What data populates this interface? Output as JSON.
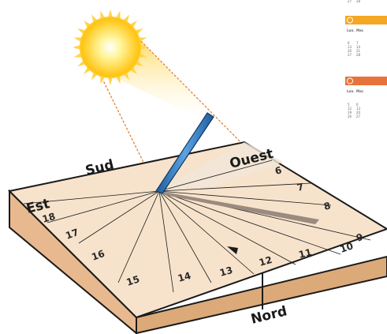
{
  "diagram": {
    "directions": {
      "south": "Sud",
      "west": "Ouest",
      "east": "Est",
      "north": "Nord"
    },
    "hour_marks": [
      "18",
      "17",
      "16",
      "15",
      "14",
      "13",
      "12",
      "11",
      "10",
      "9",
      "8",
      "7",
      "6"
    ],
    "colors": {
      "sun_core": "#fff176",
      "sun_rays": "#ffd54f",
      "light_cone": "#ffe17a",
      "gnomon": "#3b7fc4",
      "dial_top": "#f7e3cc",
      "dial_front": "#e8b98e",
      "dial_side": "#d9a577",
      "shadow": "#9a8b7e",
      "cal_accent_1": "#f5a623",
      "cal_accent_2": "#e8733a"
    }
  },
  "calendar_fragment": {
    "top_row": [
      "27",
      "28"
    ],
    "block_1": {
      "icon": "sun-icon",
      "weekdays": [
        "Lun.",
        "Mar."
      ],
      "rows": [
        [
          "6",
          "7"
        ],
        [
          "13",
          "14"
        ],
        [
          "20",
          "21"
        ],
        [
          "27",
          "28"
        ]
      ]
    },
    "block_2": {
      "icon": "sun-icon",
      "weekdays": [
        "Lun.",
        "Mar."
      ],
      "rows": [
        [
          "5",
          "6"
        ],
        [
          "12",
          "13"
        ],
        [
          "19",
          "20"
        ],
        [
          "26",
          "27"
        ]
      ]
    }
  }
}
